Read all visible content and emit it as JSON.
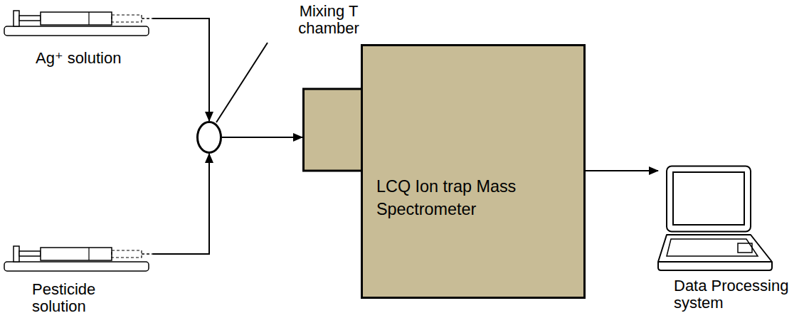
{
  "diagram": {
    "nodes": [
      {
        "text": [
          "Ag⁺ solution"
        ]
      },
      {
        "text": [
          "Pesticide solution"
        ]
      },
      {
        "text": [
          "Mixing T chamber"
        ]
      },
      {
        "text": [
          "LCQ Ion trap Mass Spectrometer"
        ]
      },
      {
        "text": [
          "Data Processing system"
        ]
      }
    ],
    "edges": [
      {
        "from": 0,
        "to": 2,
        "arrow": "to"
      },
      {
        "from": 1,
        "to": 2,
        "arrow": "to"
      },
      {
        "from": 2,
        "to": 3,
        "arrow": "to"
      },
      {
        "from": 3,
        "to": 4,
        "arrow": "to"
      }
    ]
  }
}
